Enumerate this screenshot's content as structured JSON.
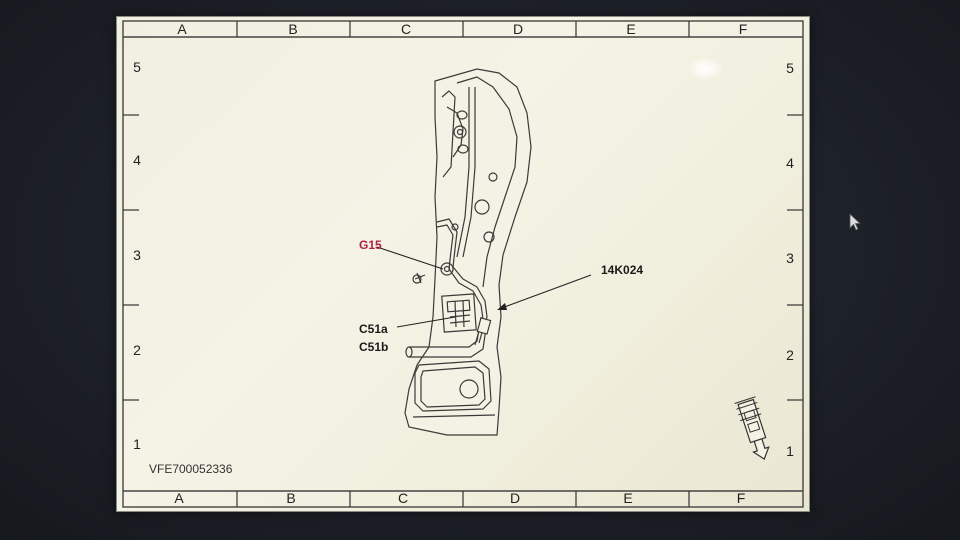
{
  "diagram": {
    "columns": [
      "A",
      "B",
      "C",
      "D",
      "E",
      "F"
    ],
    "rows": [
      "5",
      "4",
      "3",
      "2",
      "1"
    ],
    "callouts": {
      "g15": "G15",
      "k14": "14K024",
      "c51a": "C51a",
      "c51b": "C51b"
    },
    "doc_id": "VFE700052336",
    "colors": {
      "g15_label": "#b0223e",
      "drawing_background": "#f3f1e3",
      "line": "#3a3a3a"
    }
  }
}
